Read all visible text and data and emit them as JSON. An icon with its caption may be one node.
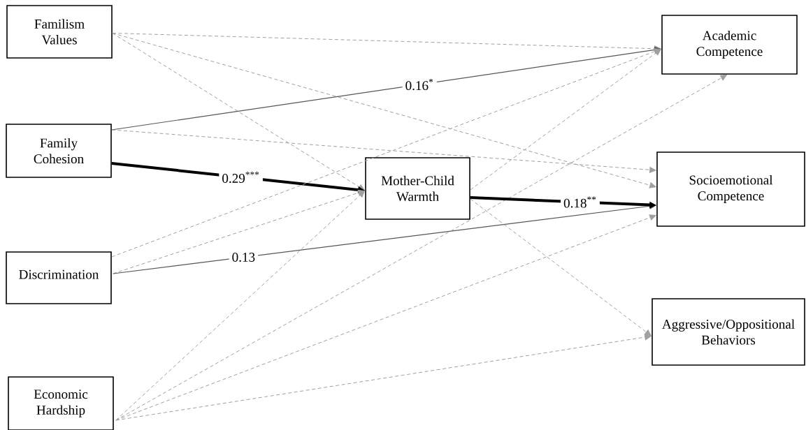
{
  "diagram": {
    "nodes": [
      {
        "text": [
          "Familism Values"
        ]
      },
      {
        "text": [
          "Family Cohesion"
        ]
      },
      {
        "text": [
          "Discrimination"
        ]
      },
      {
        "text": [
          "Economic Hardship"
        ]
      },
      {
        "text": [
          "Mother-Child Warmth"
        ]
      },
      {
        "text": [
          "Academic Competence"
        ]
      },
      {
        "text": [
          "Socioemotional Competence"
        ]
      },
      {
        "text": [
          "Aggressive/Oppositional Behaviors"
        ]
      }
    ],
    "edges": [
      {
        "from": 0,
        "to": 5,
        "arrow": "to",
        "style": "dashed"
      },
      {
        "from": 0,
        "to": 6,
        "arrow": "to",
        "style": "dashed"
      },
      {
        "from": 0,
        "to": 4,
        "arrow": "to",
        "style": "dashed"
      },
      {
        "from": 1,
        "to": 5,
        "arrow": "to",
        "label": "0.16$^{*}$",
        "color": "#555555"
      },
      {
        "from": 1,
        "to": 6,
        "arrow": "to",
        "style": "dashed"
      },
      {
        "from": 1,
        "to": 4,
        "arrow": "to",
        "label": "0.29$^{***}$",
        "style": "thick",
        "color": "#000000"
      },
      {
        "from": 2,
        "to": 5,
        "arrow": "to",
        "style": "dashed"
      },
      {
        "from": 2,
        "to": 4,
        "arrow": "to",
        "style": "dashed"
      },
      {
        "from": 2,
        "to": 6,
        "arrow": "to",
        "label": "0.13",
        "color": "#555555"
      },
      {
        "from": 3,
        "to": 4,
        "arrow": "to",
        "style": "dashed"
      },
      {
        "from": 3,
        "to": 5,
        "arrow": "to",
        "style": "dashed"
      },
      {
        "from": 3,
        "to": 6,
        "arrow": "to",
        "style": "dashed"
      },
      {
        "from": 3,
        "to": 7,
        "arrow": "to",
        "style": "dashed"
      },
      {
        "from": 4,
        "to": 6,
        "arrow": "to",
        "label": "0.18$^{**}$",
        "style": "thick",
        "color": "#000000"
      },
      {
        "from": 4,
        "to": 5,
        "arrow": "to",
        "style": "dashed"
      },
      {
        "from": 4,
        "to": 7,
        "arrow": "to",
        "style": "dashed"
      }
    ]
  }
}
